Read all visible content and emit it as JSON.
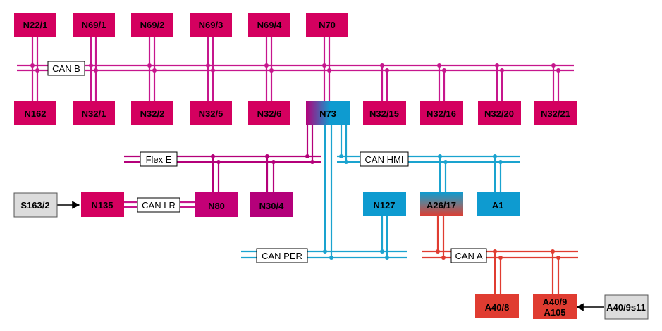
{
  "colors": {
    "magenta": "#d4005f",
    "magenta_bus": "#c6168d",
    "purple": "#b4007a",
    "blue": "#0e9bd0",
    "blue_bus": "#1aa3cf",
    "red": "#e03c31",
    "red_dark": "#c1272d",
    "grey": "#dcdcdc"
  },
  "nodes": {
    "n22_1": "N22/1",
    "n69_1": "N69/1",
    "n69_2": "N69/2",
    "n69_3": "N69/3",
    "n69_4": "N69/4",
    "n70": "N70",
    "n162": "N162",
    "n32_1": "N32/1",
    "n32_2": "N32/2",
    "n32_5": "N32/5",
    "n32_6": "N32/6",
    "n73": "N73",
    "n32_15": "N32/15",
    "n32_16": "N32/16",
    "n32_20": "N32/20",
    "n32_21": "N32/21",
    "s163_2": "S163/2",
    "n135": "N135",
    "n80": "N80",
    "n30_4": "N30/4",
    "n127": "N127",
    "a26_17": "A26/17",
    "a1": "A1",
    "a40_8": "A40/8",
    "a40_9_line1": "A40/9",
    "a40_9_line2": "A105",
    "a40_9s11": "A40/9s11"
  },
  "buses": {
    "can_b": "CAN B",
    "flex_e": "Flex E",
    "can_hmi": "CAN HMI",
    "can_lr": "CAN LR",
    "can_per": "CAN PER",
    "can_a": "CAN A"
  }
}
